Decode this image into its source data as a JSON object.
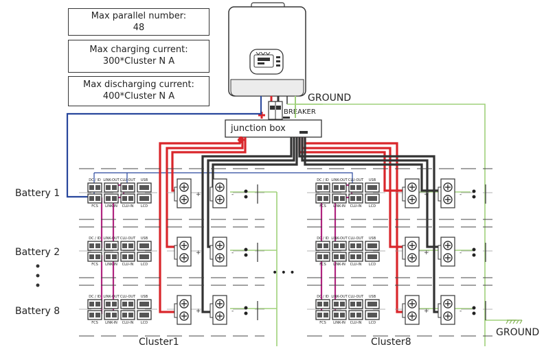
{
  "specs": [
    {
      "line1": "Max parallel number:",
      "line2": "48"
    },
    {
      "line1": "Max charging current:",
      "line2": "300*Cluster N A"
    },
    {
      "line1": "Max discharging current:",
      "line2": "400*Cluster N A"
    }
  ],
  "labels": {
    "ground_top": "GROUND",
    "breaker": "BREAKER",
    "junction_box": "junction box",
    "ground_bottom": "GROUND",
    "ellipsis": "• • •"
  },
  "batteries": [
    "Battery 1",
    "Battery 2",
    "Battery 8"
  ],
  "clusters": [
    "Cluster1",
    "Cluster8"
  ],
  "port_labels": {
    "dc": "DC / ID",
    "link_out": "LINK-OUT",
    "clu_out": "CLU-OUT",
    "usb": "USB",
    "fcs": "FCS",
    "link_in": "LINK-IN",
    "clu_in": "CLU-IN",
    "lcd": "LCD"
  },
  "colors": {
    "positive": "#d9262b",
    "negative": "#333333",
    "ground": "#9fd07a",
    "comm": "#27469c",
    "link": "#b0247f"
  }
}
